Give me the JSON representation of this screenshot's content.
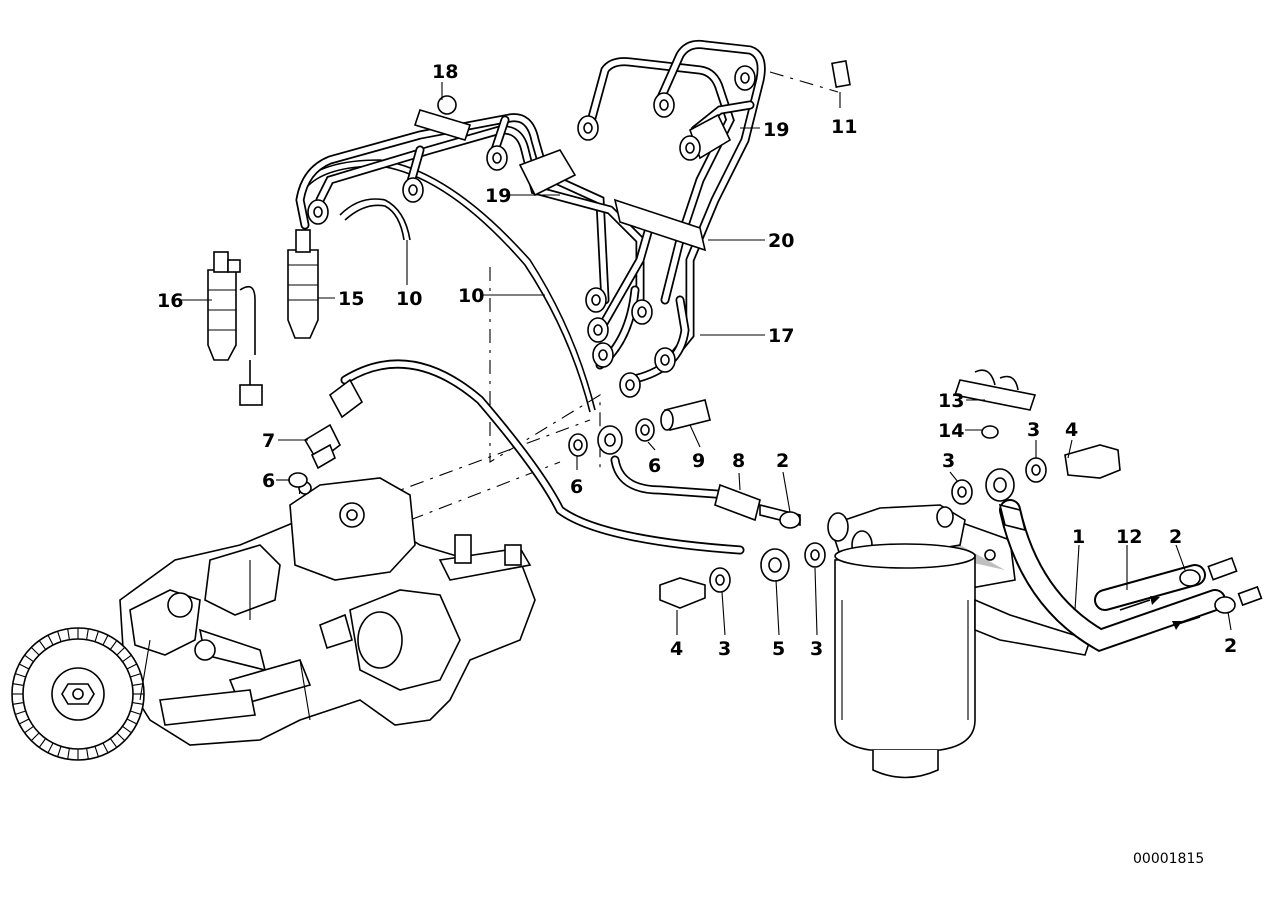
{
  "diagram": {
    "document_number": "00001815",
    "callouts": [
      {
        "id": "c18",
        "label": "18"
      },
      {
        "id": "c19a",
        "label": "19"
      },
      {
        "id": "c11",
        "label": "11"
      },
      {
        "id": "c19b",
        "label": "19"
      },
      {
        "id": "c20",
        "label": "20"
      },
      {
        "id": "c16",
        "label": "16"
      },
      {
        "id": "c15",
        "label": "15"
      },
      {
        "id": "c10a",
        "label": "10"
      },
      {
        "id": "c10b",
        "label": "10"
      },
      {
        "id": "c17",
        "label": "17"
      },
      {
        "id": "c13",
        "label": "13"
      },
      {
        "id": "c14",
        "label": "14"
      },
      {
        "id": "c3a",
        "label": "3"
      },
      {
        "id": "c4a",
        "label": "4"
      },
      {
        "id": "c3b",
        "label": "3"
      },
      {
        "id": "c7",
        "label": "7"
      },
      {
        "id": "c6a",
        "label": "6"
      },
      {
        "id": "c6b",
        "label": "6"
      },
      {
        "id": "c6c",
        "label": "6"
      },
      {
        "id": "c9",
        "label": "9"
      },
      {
        "id": "c8",
        "label": "8"
      },
      {
        "id": "c2a",
        "label": "2"
      },
      {
        "id": "c1",
        "label": "1"
      },
      {
        "id": "c12",
        "label": "12"
      },
      {
        "id": "c2b",
        "label": "2"
      },
      {
        "id": "c2c",
        "label": "2"
      },
      {
        "id": "c4b",
        "label": "4"
      },
      {
        "id": "c3c",
        "label": "3"
      },
      {
        "id": "c5",
        "label": "5"
      },
      {
        "id": "c3d",
        "label": "3"
      }
    ]
  }
}
